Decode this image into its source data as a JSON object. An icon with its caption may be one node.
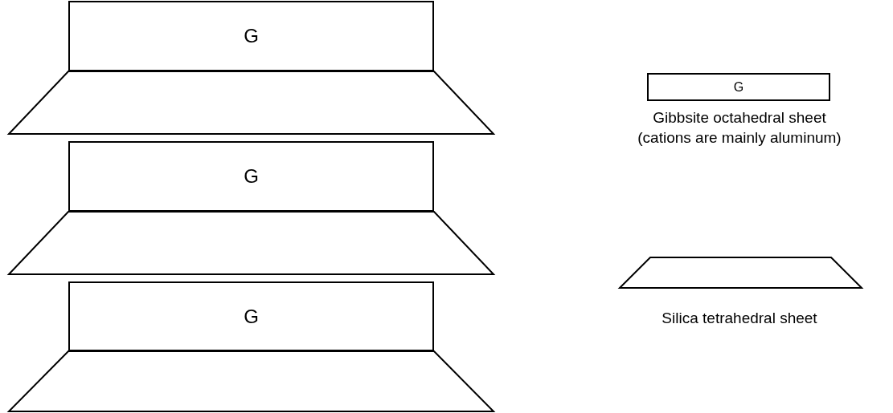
{
  "diagram": {
    "nodes": [
      {
        "text": [
          "G"
        ]
      },
      {
        "text": [],
        "shape": "trapezoid"
      },
      {
        "text": [
          "G"
        ]
      },
      {
        "text": [],
        "shape": "trapezoid"
      },
      {
        "text": [
          "G"
        ]
      },
      {
        "text": [],
        "shape": "trapezoid"
      },
      {
        "text": [
          "G"
        ],
        "beside": [
          "Gibbsite octahedral sheet",
          "(cations are mainly aluminum)"
        ]
      },
      {
        "text": [],
        "shape": "trapezoid",
        "beside": [
          "Silica tetrahedral sheet"
        ]
      }
    ]
  }
}
